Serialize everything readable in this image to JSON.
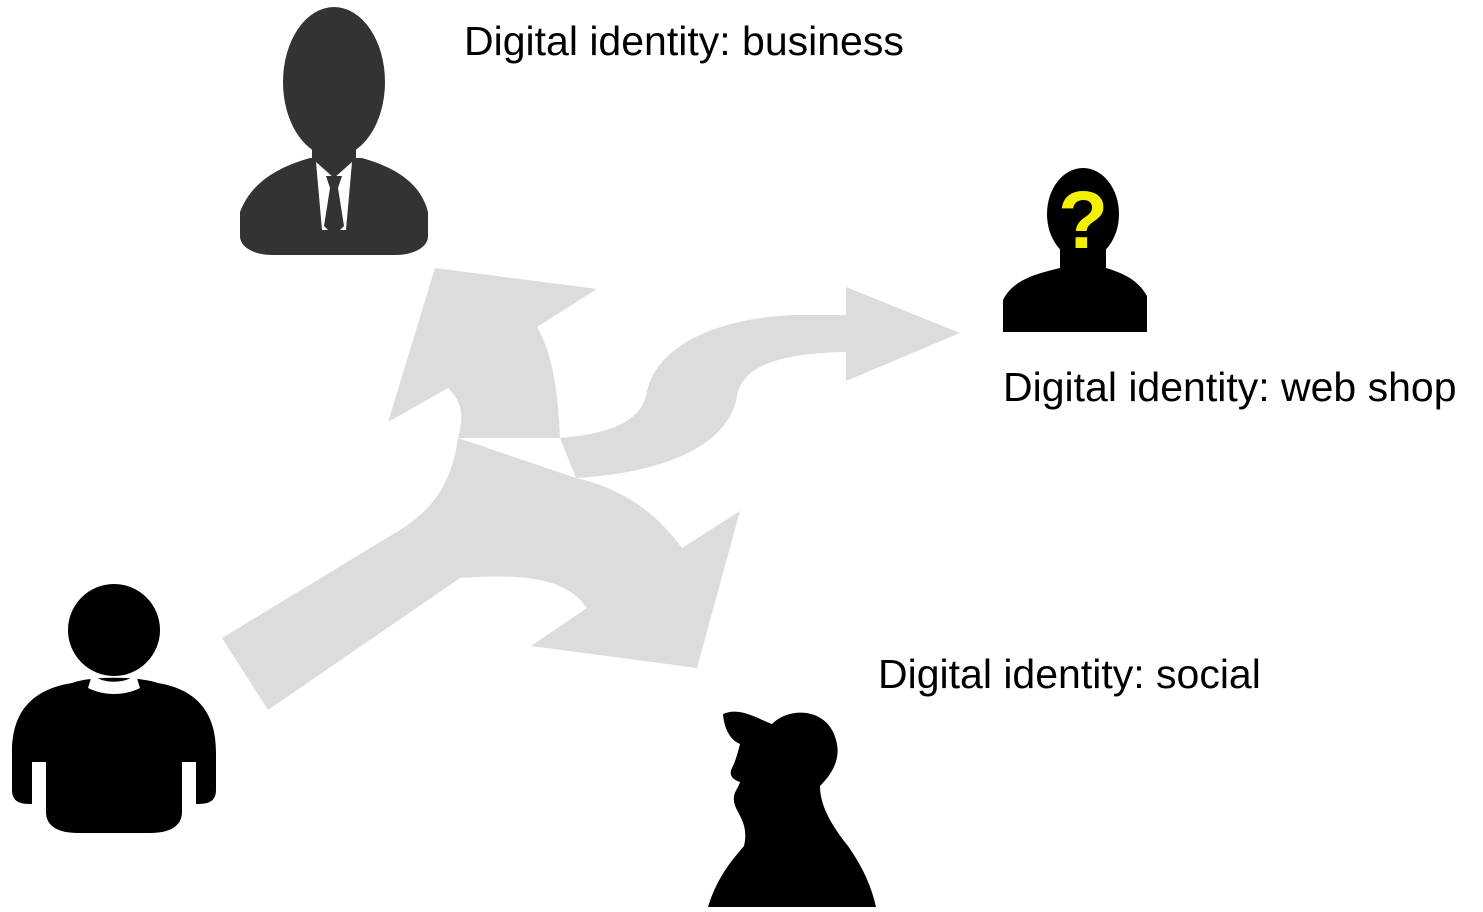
{
  "labels": {
    "business": "Digital identity: business",
    "web_shop": "Digital identity: web shop",
    "social": "Digital identity: social"
  },
  "icons": {
    "user": "user-icon",
    "business": "businessman-icon",
    "web_shop": "anonymous-person-icon",
    "social": "cap-person-silhouette-icon",
    "arrows": "branching-arrows-icon"
  },
  "colors": {
    "background": "#ffffff",
    "arrows": "#dcdcdc",
    "businessman": "#333333",
    "silhouette": "#000000",
    "question_mark": "#f2f200",
    "text": "#000000"
  }
}
